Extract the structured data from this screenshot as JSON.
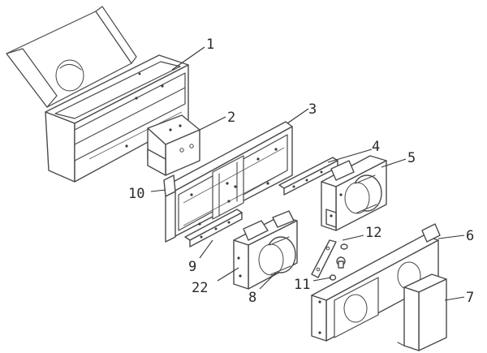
{
  "callouts": {
    "c1": "1",
    "c2": "2",
    "c3": "3",
    "c4": "4",
    "c5": "5",
    "c6": "6",
    "c7": "7",
    "c8": "8",
    "c9": "9",
    "c10": "10",
    "c11": "11",
    "c12": "12",
    "c22": "22"
  }
}
